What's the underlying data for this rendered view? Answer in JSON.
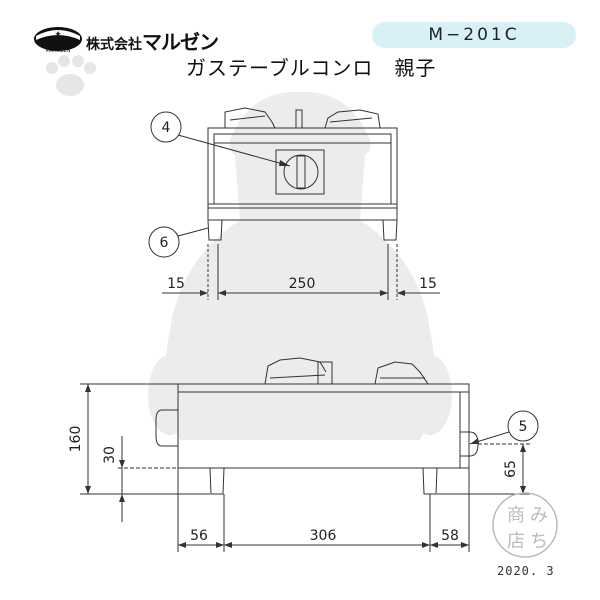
{
  "header": {
    "brand_kanji": "株式会社",
    "brand_katakana": "マルゼン",
    "logo_small_text": "MARUZEN",
    "model": "M−201C",
    "product_title": "ガステーブルコンロ　親子"
  },
  "front_view": {
    "callouts": [
      "4",
      "6"
    ],
    "dimensions": [
      "15",
      "250",
      "15"
    ]
  },
  "side_view": {
    "callouts": [
      "5"
    ],
    "dimensions": [
      "160",
      "30",
      "65",
      "56",
      "306",
      "58"
    ]
  },
  "stamp": {
    "text": [
      "商",
      "み",
      "ち",
      "店"
    ]
  },
  "footer": {
    "date": "2020. 3"
  },
  "colors": {
    "line": "#333333",
    "pill": "#d8f1f7",
    "watermark": "#e8e8e8"
  }
}
